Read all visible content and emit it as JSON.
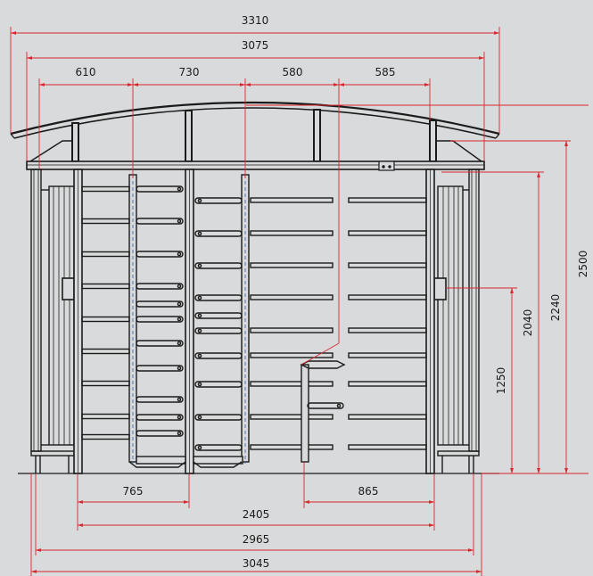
{
  "colors": {
    "background": "#d9dadb",
    "structure": "#1b1b1b",
    "dimension": "#d8282e",
    "dimension_text": "#1b1b1b",
    "rotor_axis": "#3f6db5"
  },
  "dimensions": {
    "top_overall": "3310",
    "top_roof": "3075",
    "top_seg_1": "610",
    "top_seg_2": "730",
    "top_seg_3": "580",
    "top_seg_4": "585",
    "right_1250": "1250",
    "right_2040": "2040",
    "right_2240": "2240",
    "right_2500": "2500",
    "bottom_765": "765",
    "bottom_865": "865",
    "bottom_2405": "2405",
    "bottom_2965": "2965",
    "bottom_3045": "3045"
  }
}
